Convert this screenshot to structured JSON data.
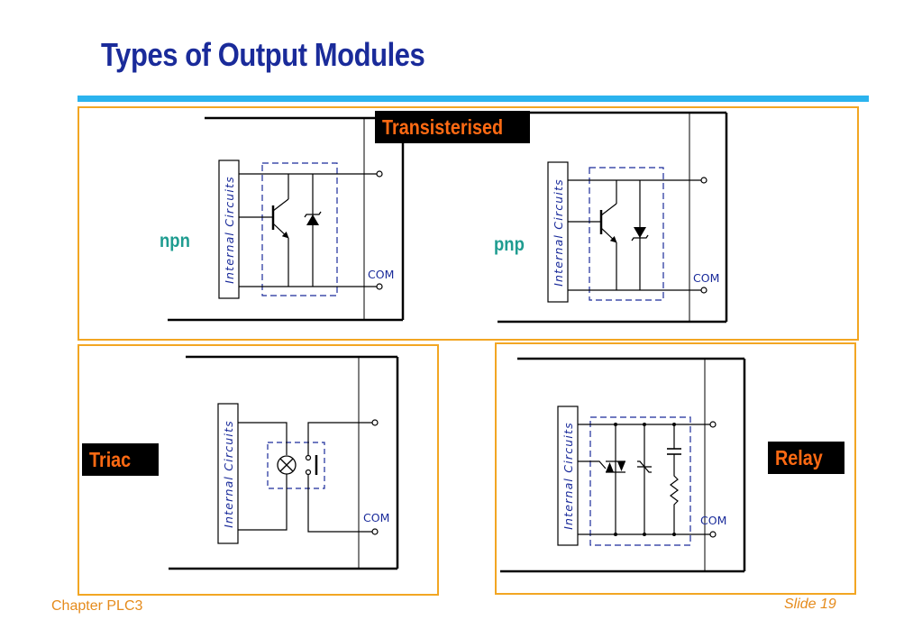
{
  "title": "Types of Output Modules",
  "labels": {
    "transistorised": "Transisterised",
    "npn": "npn",
    "pnp": "pnp",
    "triac": "Triac",
    "relay": "Relay",
    "internal_circuits": "Internal Circuits",
    "com": "COM"
  },
  "footer": {
    "chapter": "Chapter PLC3",
    "slide": "Slide 19"
  },
  "colors": {
    "title": "#1a2b9a",
    "rule": "#2bb3ee",
    "panel_border": "#f2a623",
    "badge_text": "#ff6a13",
    "transistor_type_label": "#1e9c90",
    "dashed_box": "#1a2b9a",
    "footer": "#e58b1c"
  }
}
